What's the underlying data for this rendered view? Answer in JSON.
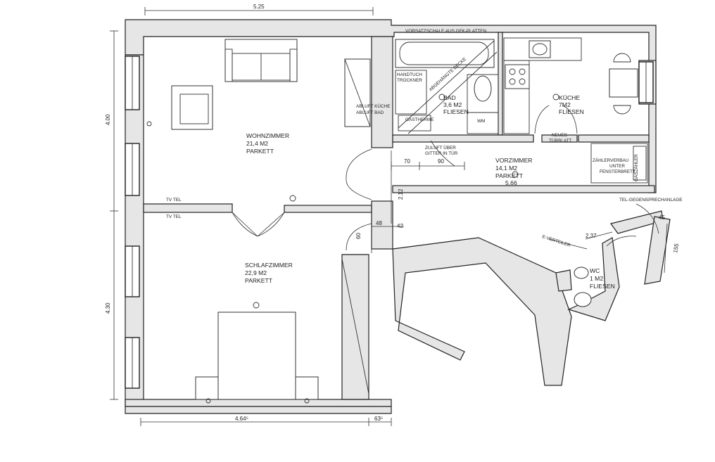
{
  "rooms": {
    "wohnzimmer": {
      "name": "WOHNZIMMER",
      "area": "21,4 M2",
      "floor": "PARKETT"
    },
    "schlafzimmer": {
      "name": "SCHLAFZIMMER",
      "area": "22,9 M2",
      "floor": "PARKETT"
    },
    "bad": {
      "name": "BAD",
      "area": "3,6 M2",
      "floor": "FLIESEN"
    },
    "kueche": {
      "name": "KÜCHE",
      "area": "7M2",
      "floor": "FLIESEN"
    },
    "vorzimmer": {
      "name": "VORZIMMER",
      "area": "14,1 M2",
      "floor": "PARKETT",
      "extra": "5.66"
    },
    "wc": {
      "name": "WC",
      "area": "1 M2",
      "floor": "FLIESEN"
    }
  },
  "dimensions": {
    "top_width": "5.25",
    "left_upper": "4.00",
    "left_lower": "4.30",
    "bottom_width": "4.64⁵",
    "bottom_small": "63⁵",
    "zuluft_70": "70",
    "zuluft_90": "90",
    "hall_212": "2.12",
    "d_48": "48",
    "d_42": "42",
    "d_60": "60",
    "d_237": "2.37",
    "d_155": "155",
    "d_45": "45"
  },
  "annotations": {
    "vorsatzschale": "VORSATZSCHALE AUS GFK-PLATTEN",
    "handtuch_1": "HANDTUCH",
    "handtuch_2": "TROCKNER",
    "abgehaengte_decke": "ABGEHÄNGTE DECKE",
    "abluft_kueche": "ABLUFT KÜCHE",
    "abluft_bad": "ABLUFT BAD",
    "gastherme": "GASTHERME",
    "wm": "WM",
    "zuluft_1": "ZULUFT ÜBER",
    "zuluft_2": "GITTER IN TÜR",
    "neues_1": "NEUES",
    "neues_2": "TÜRBLATT",
    "zaehler_1": "ZÄHLERVERBAU",
    "zaehler_2": "UNTER",
    "zaehler_3": "FENSTERBRETT",
    "gaszaehler": "GASZÄHLER",
    "tel_gegensprech": "TEL-GEGENSPRECHANLAGE",
    "tv_tel_1": "TV TEL",
    "tv_tel_2": "TV TEL",
    "e_verteiler": "E-VERTEILER"
  },
  "colors": {
    "line": "#222222",
    "wall_fill": "#e6e6e6",
    "paper": "#ffffff"
  }
}
